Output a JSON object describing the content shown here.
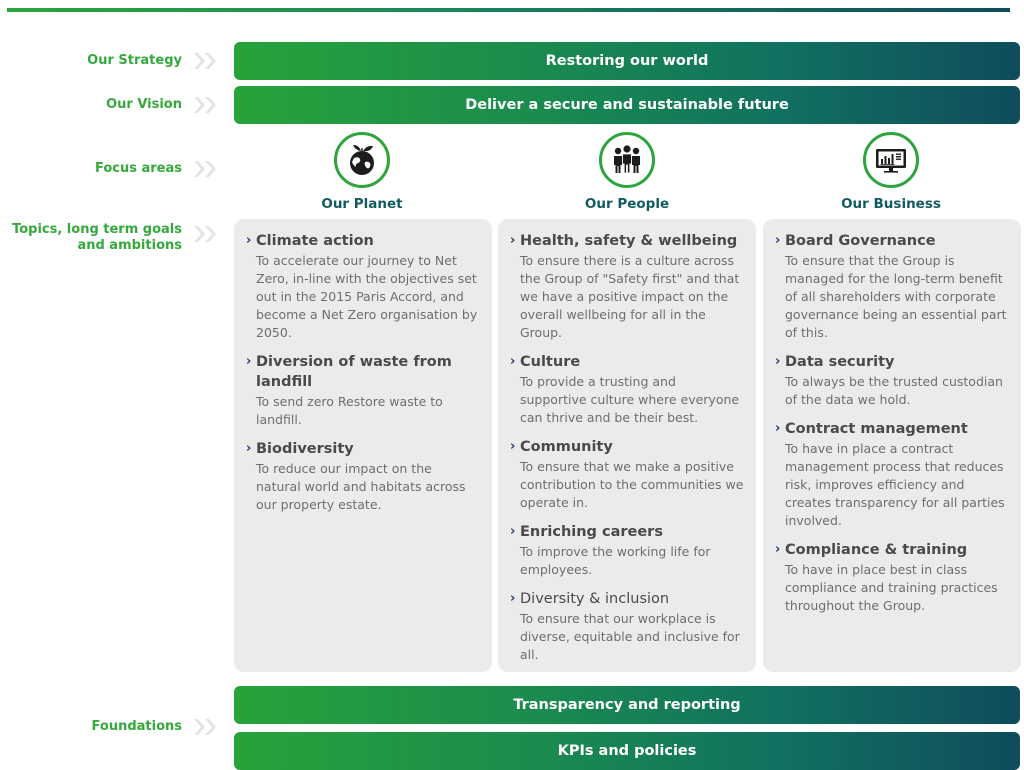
{
  "colors": {
    "label_green": "#35a93c",
    "band_start": "#27a33a",
    "band_end": "#0f4c5c",
    "focus_title": "#135b63",
    "card_bg": "#ebebeb",
    "topic_chevron": "#1f3d6b"
  },
  "rows": {
    "strategy": {
      "label": "Our Strategy",
      "band": "Restoring our world"
    },
    "vision": {
      "label": "Our Vision",
      "band": "Deliver a secure and sustainable future"
    },
    "focus": {
      "label": "Focus areas"
    },
    "topics": {
      "label": "Topics, long term goals and ambitions"
    },
    "foundations": {
      "label": "Foundations",
      "bands": [
        "Transparency and reporting",
        "KPIs and policies"
      ]
    }
  },
  "focus_areas": [
    {
      "title": "Our Planet",
      "icon": "globe-leaf-icon",
      "topics": [
        {
          "heading": "Climate action",
          "description": "To accelerate our journey to Net Zero, in-line with the objectives set out in the 2015 Paris Accord, and become a Net Zero organisation by 2050."
        },
        {
          "heading": "Diversion of waste from landfill",
          "description": "To send zero Restore waste to landfill."
        },
        {
          "heading": "Biodiversity",
          "description": "To reduce our impact on the natural world and habitats across our property estate."
        }
      ]
    },
    {
      "title": "Our People",
      "icon": "people-group-icon",
      "topics": [
        {
          "heading": "Health, safety & wellbeing",
          "description": "To ensure there is a culture across the Group of \"Safety first\" and that we have a positive impact on the overall wellbeing for all in the Group."
        },
        {
          "heading": "Culture",
          "description": "To provide a trusting and supportive culture where everyone can thrive and be their best."
        },
        {
          "heading": "Community",
          "description": "To ensure that we make a positive contribution to the communities we operate in."
        },
        {
          "heading": "Enriching careers",
          "description": "To improve the working life for employees."
        },
        {
          "heading": "Diversity & inclusion",
          "description": "To ensure that our workplace is diverse, equitable and inclusive for all."
        }
      ]
    },
    {
      "title": "Our Business",
      "icon": "monitor-chart-icon",
      "topics": [
        {
          "heading": "Board Governance",
          "description": "To ensure that the Group is managed for the long-term benefit of all shareholders with corporate governance being an essential part of this."
        },
        {
          "heading": "Data security",
          "description": "To always be the trusted custodian of the data we hold."
        },
        {
          "heading": "Contract management",
          "description": "To have in place a contract management process that reduces risk, improves efficiency and creates transparency for all parties involved."
        },
        {
          "heading": "Compliance & training",
          "description": "To have in place best in class compliance and training practices throughout the Group."
        }
      ]
    }
  ]
}
